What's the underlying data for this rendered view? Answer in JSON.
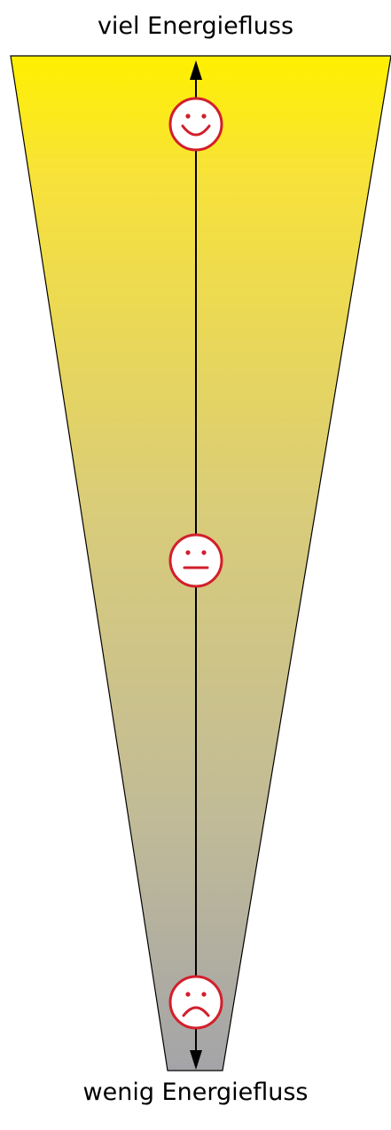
{
  "labels": {
    "top": "viel Energiefluss",
    "bottom": "wenig Energiefluss"
  },
  "colors": {
    "gradient_top": "#fff000",
    "gradient_bottom": "#a4a4a8",
    "outline": "#000000",
    "face_stroke": "#d21f2b",
    "face_fill": "#ffffff"
  },
  "faces": [
    {
      "mood": "happy"
    },
    {
      "mood": "neutral"
    },
    {
      "mood": "sad"
    }
  ]
}
